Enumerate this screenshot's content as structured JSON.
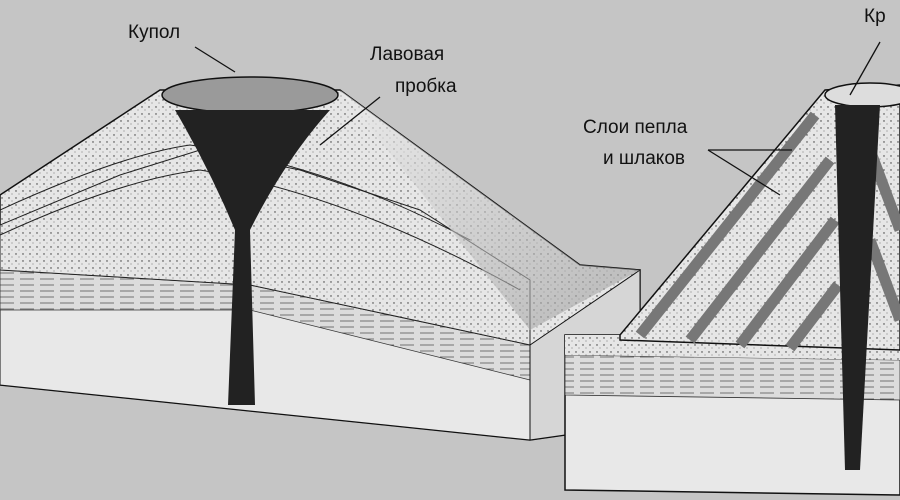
{
  "labels": {
    "dome": "Купол",
    "lava_plug_line1": "Лавовая",
    "lava_plug_line2": "пробка",
    "ash_layers_line1": "Слои пепла",
    "ash_layers_line2": "и шлаков",
    "crater_partial": "Кр"
  },
  "colors": {
    "background": "#c5c5c5",
    "layer_light": "#e4e4e4",
    "layer_mid": "#a8a8a8",
    "conduit": "#111111"
  }
}
